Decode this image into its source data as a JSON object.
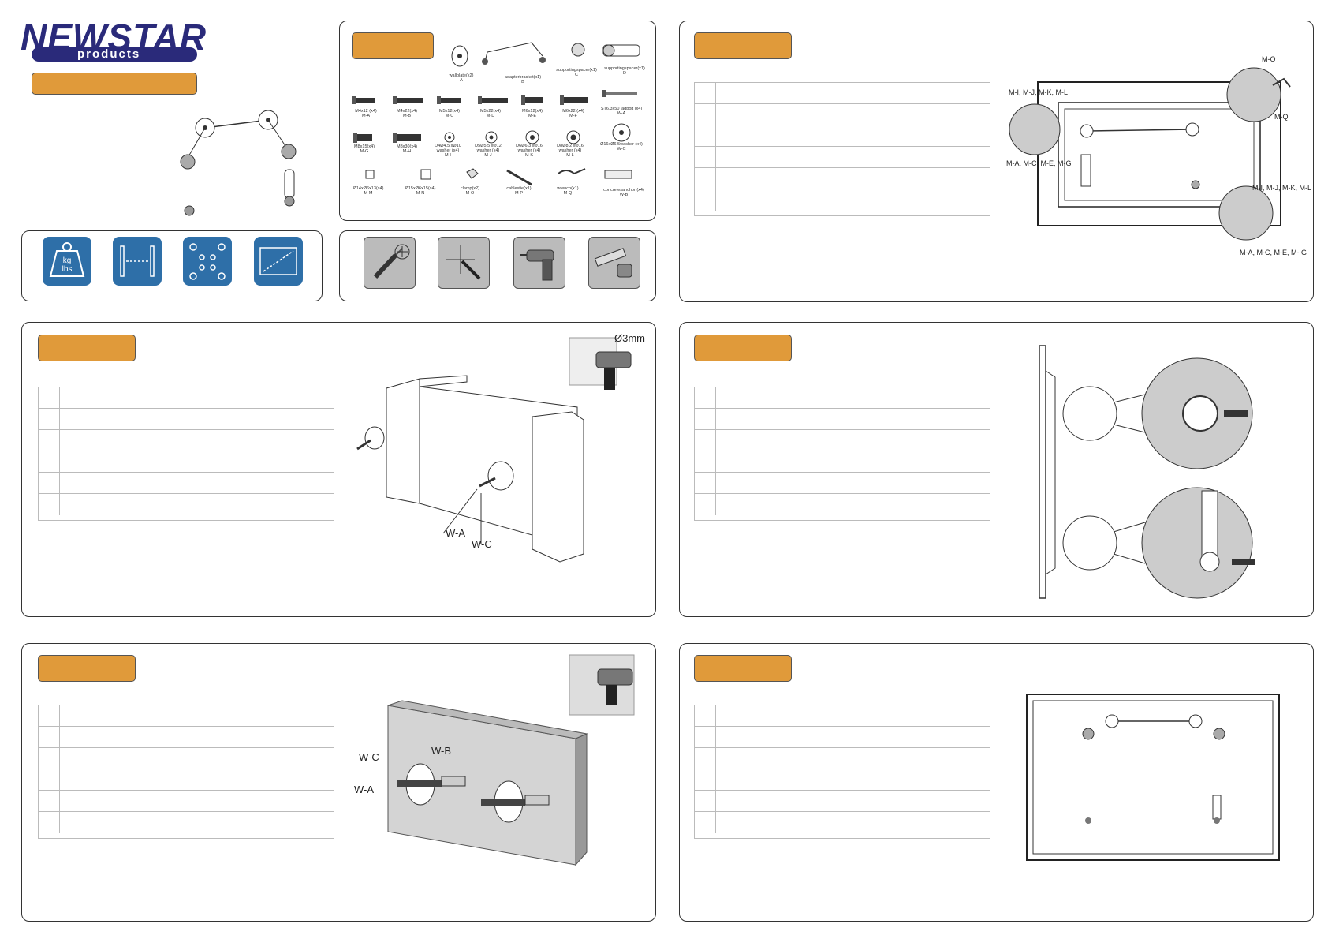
{
  "brand": {
    "name": "NEWSTAR",
    "sub": "products"
  },
  "parts": [
    {
      "label": "wallplate(x2)\nA"
    },
    {
      "label": "adapterbracket(x1)\nB"
    },
    {
      "label": "supportingspacer(x1)\nC"
    },
    {
      "label": "supportingspacer(x1)\nD"
    },
    {
      "label": "M4x12 (x4)\nM-A"
    },
    {
      "label": "M4x22(x4)\nM-B"
    },
    {
      "label": "M5x12(x4)\nM-C"
    },
    {
      "label": "M5x22(x4)\nM-D"
    },
    {
      "label": "M6x12(x4)\nM-E"
    },
    {
      "label": "M6x22 (x4)\nM-F"
    },
    {
      "label": "ST6.3x50 lagbolt (x4)\nW-A"
    },
    {
      "label": "M8x15(x4)\nM-G"
    },
    {
      "label": "M8x30(x4)\nM-H"
    },
    {
      "label": "D4Ø4.5 xØ10\nwasher (x4)\nM-I"
    },
    {
      "label": "D5Ø5.5 xØ12\nwasher (x4)\nM-J"
    },
    {
      "label": "D6Ø6.3 xØ16\nwasher (x4)\nM-K"
    },
    {
      "label": "D8Ø8.2 xØ16\nwasher (x4)\nM-L"
    },
    {
      "label": "Ø16xØ6.5washer (x4)\nW-C"
    },
    {
      "label": "Ø14xØ6x13(x4)\nM-M"
    },
    {
      "label": "Ø15xØ6x15(x4)\nM-N"
    },
    {
      "label": "clamp(x2)\nM-O"
    },
    {
      "label": "cablestie(x1)\nM-P"
    },
    {
      "label": "wrench(x1)\nM-Q"
    },
    {
      "label": "concretesanchor (x4)\nW-B"
    }
  ],
  "spec_icons": [
    {
      "icon": "weight-icon",
      "text": "kg\nlbs"
    },
    {
      "icon": "width-icon"
    },
    {
      "icon": "vesa-holes-icon"
    },
    {
      "icon": "screen-diagonal-icon"
    }
  ],
  "tools": [
    {
      "icon": "screwdriver-icon"
    },
    {
      "icon": "marking-icon"
    },
    {
      "icon": "drill-icon"
    },
    {
      "icon": "level-tape-icon"
    }
  ],
  "step1": {
    "labels": {
      "mo": "M-O",
      "mq": "M-Q",
      "top_left": "M-I, M-J, M-K, M-L",
      "bottom_left": "M-A, M-C, M-E, M-G",
      "right": "M-I, M-J, M-K, M-L",
      "bottom_right": "M-A, M-C, M-E, M- G"
    }
  },
  "step_wood": {
    "drill": "Ø3mm",
    "wa": "W-A",
    "wc": "W-C"
  },
  "step_concrete": {
    "wc": "W-C",
    "wb": "W-B",
    "wa": "W-A"
  }
}
